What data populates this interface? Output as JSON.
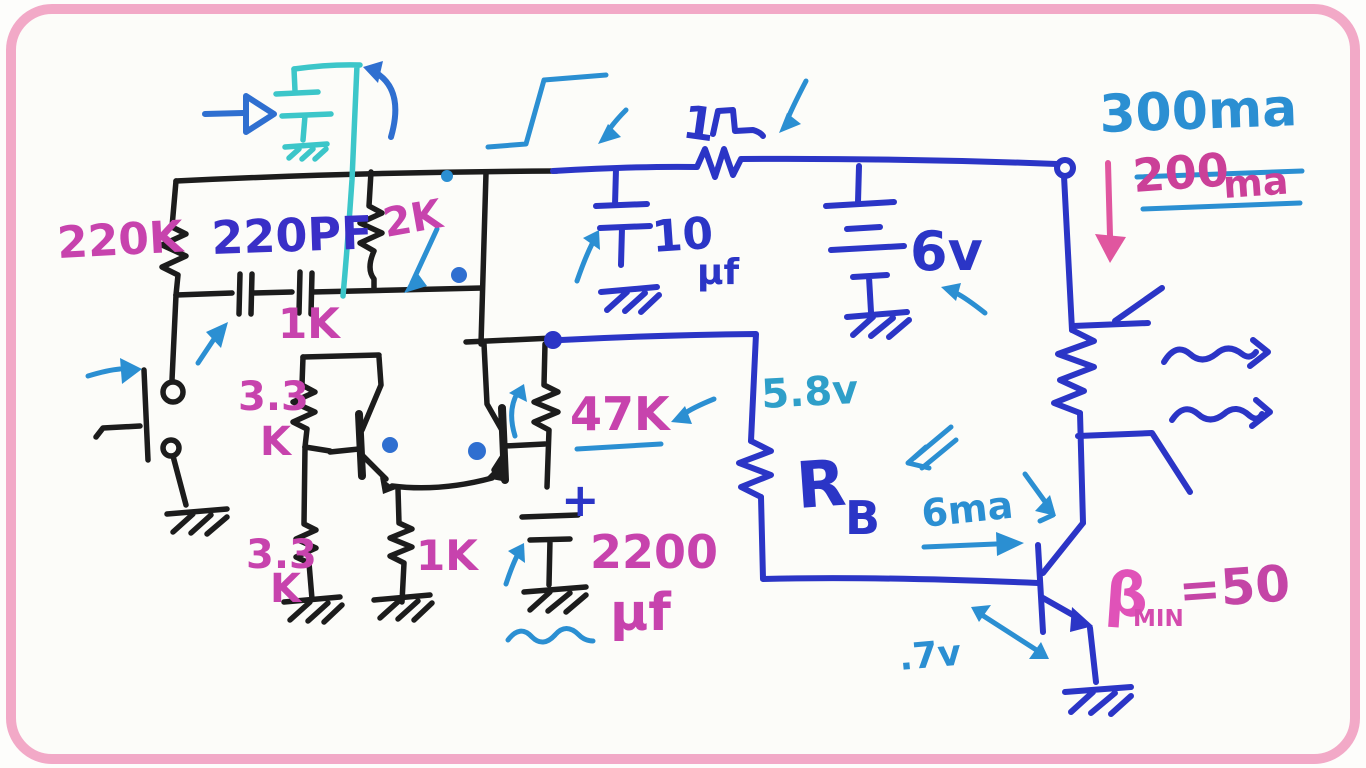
{
  "scene": {
    "kind": "hand-drawn circuit sketch on whiteboard",
    "description": "Astable multivibrator (black ink) driving an output power transistor stage (blue ink) with annotations"
  },
  "colors": {
    "ink_black": "#1c1c1c",
    "ink_royal_blue": "#2b35c6",
    "ink_light_blue": "#2b8fd2",
    "ink_teal": "#2f9fc9",
    "ink_cyan": "#3cc6c9",
    "ink_magenta": "#c743ad",
    "ink_pink_arrow": "#e0569f",
    "border_pink": "#f2a9c7",
    "paper": "#fcfcf9"
  },
  "labels": {
    "r220k": "220K",
    "c220pf": "220PF",
    "r2k": "2K",
    "c1k": "1K",
    "r33k_a": {
      "v": "3.3",
      "u": "K"
    },
    "r33k_b": {
      "v": "3.3",
      "u": "K"
    },
    "r1k": "1K",
    "r47k": "47K",
    "c2200": {
      "v": "2200",
      "u": "μf"
    },
    "c10": {
      "v": "10",
      "u": "μf"
    },
    "battery": "6v",
    "r1ohm": "1",
    "v_node": "5.8v",
    "rb": {
      "r": "R",
      "b": "B"
    },
    "i_base": "6ma",
    "i_supply": "300ma",
    "i_crossed": {
      "v": "200",
      "u": "ma"
    },
    "v_be": ".7v",
    "beta": {
      "sym": "β",
      "sub": "MIN",
      "eq": "=50"
    },
    "cap_polarity": "+"
  }
}
